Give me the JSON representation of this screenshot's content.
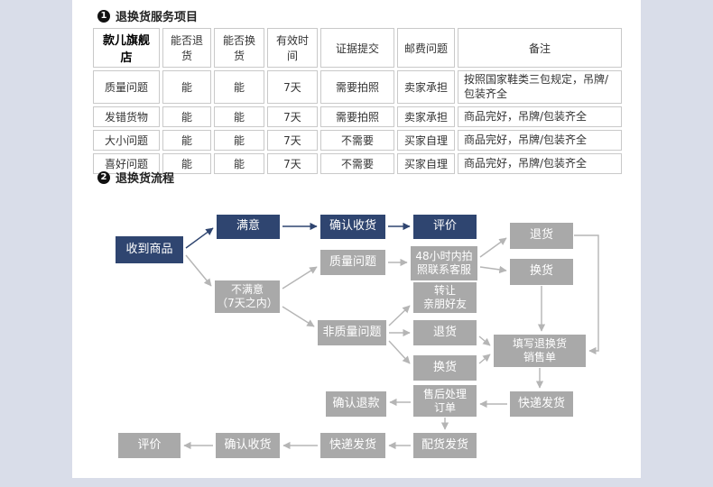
{
  "colors": {
    "frame": "#d9dde9",
    "primary_box": "#2f4570",
    "secondary_box": "#a9a9a9",
    "arrow_gray": "#b5b5b5",
    "table_border": "#c9c9c9"
  },
  "sections": {
    "one": {
      "bullet": "1",
      "title": "退换货服务项目"
    },
    "two": {
      "bullet": "2",
      "title": "退换货流程"
    }
  },
  "table": {
    "headers": {
      "store": "款儿旗舰店",
      "can_return": "能否退货",
      "can_exchange": "能否换货",
      "valid_time": "有效时间",
      "evidence": "证据提交",
      "postage": "邮费问题",
      "remark": "备注"
    },
    "rows": [
      {
        "type": "质量问题",
        "can_return": "能",
        "can_exchange": "能",
        "valid_time": "7天",
        "evidence": "需要拍照",
        "postage": "卖家承担",
        "remark": "按照国家鞋类三包规定，吊牌/包装齐全"
      },
      {
        "type": "发错货物",
        "can_return": "能",
        "can_exchange": "能",
        "valid_time": "7天",
        "evidence": "需要拍照",
        "postage": "卖家承担",
        "remark": "商品完好，吊牌/包装齐全"
      },
      {
        "type": "大小问题",
        "can_return": "能",
        "can_exchange": "能",
        "valid_time": "7天",
        "evidence": "不需要",
        "postage": "买家自理",
        "remark": "商品完好，吊牌/包装齐全"
      },
      {
        "type": "喜好问题",
        "can_return": "能",
        "can_exchange": "能",
        "valid_time": "7天",
        "evidence": "不需要",
        "postage": "买家自理",
        "remark": "商品完好，吊牌/包装齐全"
      }
    ]
  },
  "flowchart": {
    "nodes": {
      "received": "收到商品",
      "satisfied": "满意",
      "confirm_receipt_top": "确认收货",
      "review_top": "评价",
      "return_top_right": "退货",
      "quality_issue": "质量问题",
      "contact_service": "48小时内拍\n照联系客服",
      "exchange_top_right": "换货",
      "unsatisfied": "不满意\n（7天之内）",
      "transfer_friends": "转让\n亲朋好友",
      "non_quality_issue": "非质量问题",
      "return_mid": "退货",
      "fill_form": "填写退换货\n销售单",
      "exchange_mid": "换货",
      "confirm_refund": "确认退款",
      "aftersales_order": "售后处理\n订单",
      "express_ship_right": "快递发货",
      "review_bottom": "评价",
      "confirm_receipt_bottom": "确认收货",
      "express_ship_bottom": "快递发货",
      "dispatch_ship": "配货发货"
    }
  }
}
